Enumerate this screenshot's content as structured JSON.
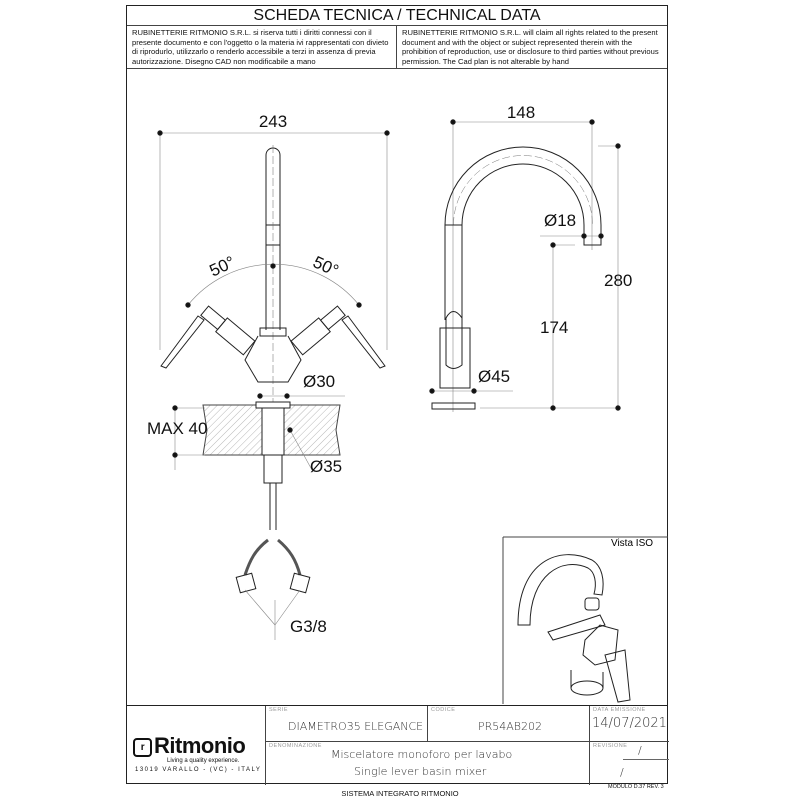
{
  "header": {
    "title": "SCHEDA TECNICA / TECHNICAL DATA",
    "notice_it": "RUBINETTERIE RITMONIO S.R.L. si riserva tutti i diritti connessi con il presente documento e con l'oggetto o la materia ivi rappresentati con divieto di riprodurlo, utilizzarlo o renderlo accessibile a terzi in assenza di previa autorizzazione. Disegno CAD non modificabile a mano",
    "notice_en": "RUBINETTERIE RITMONIO S.R.L. will claim all rights related to the present document and with the object or subject represented therein with the prohibition  of reproduction, use or disclosure to third parties without previous permission.  The Cad plan is not alterable by hand"
  },
  "drawing": {
    "front": {
      "width": "243",
      "angle_left": "50°",
      "angle_right": "50°",
      "body_dia": "Ø30",
      "max_thickness": "MAX 40",
      "hole_dia": "Ø35",
      "thread": "G3/8"
    },
    "side": {
      "reach": "148",
      "outlet_dia": "Ø18",
      "height": "280",
      "outlet_height": "174",
      "base_dia": "Ø45"
    },
    "iso_label": "Vista ISO"
  },
  "title_block": {
    "brand": "Ritmonio",
    "brand_mark": "r",
    "tagline": "Living a quality experience.",
    "address": "13019 VARALLO - (VC) - ITALY",
    "serie_label": "SERIE",
    "serie": "DIAMETRO35  ELEGANCE",
    "codice_label": "CODICE",
    "codice": "PR54AB202",
    "data_label": "DATA EMISSIONE",
    "data": "14/07/2021",
    "denominazione_label": "DENOMINAZIONE",
    "name_it": "Miscelatore  monoforo  per  lavabo",
    "name_en": "Single  lever  basin  mixer",
    "revisione_label": "REVISIONE",
    "revisione_1": "/",
    "revisione_2": "/"
  },
  "footer": {
    "system": "SISTEMA INTEGRATO RITMONIO",
    "module": "MODULO D.37 REV. 3"
  }
}
